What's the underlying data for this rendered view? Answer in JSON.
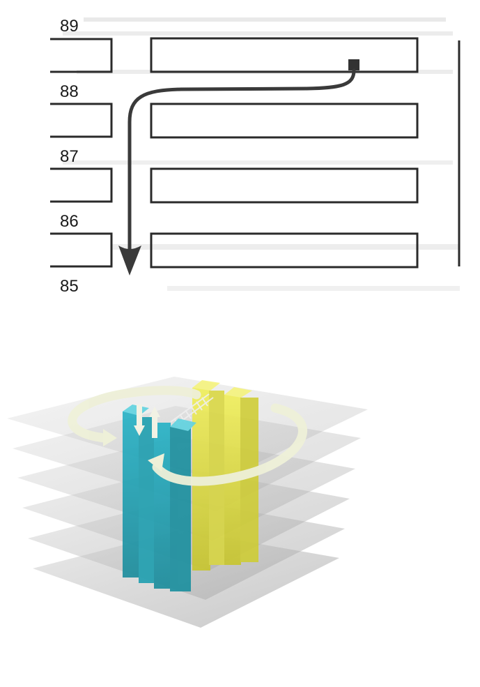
{
  "top_diagram": {
    "floor_labels": [
      "89",
      "88",
      "87",
      "86",
      "85"
    ]
  },
  "colors": {
    "line": "#2a2a2a",
    "arrow": "#3a3a3a",
    "cyan_block": "#2bb3c4",
    "yellow_block": "#e4e23a",
    "slab": "#bfbfbf",
    "loop_arrow": "#eef0d8"
  },
  "icons": [
    "curved-down-arrow-icon",
    "circular-loop-arrow-icon",
    "up-down-arrows-icon"
  ]
}
